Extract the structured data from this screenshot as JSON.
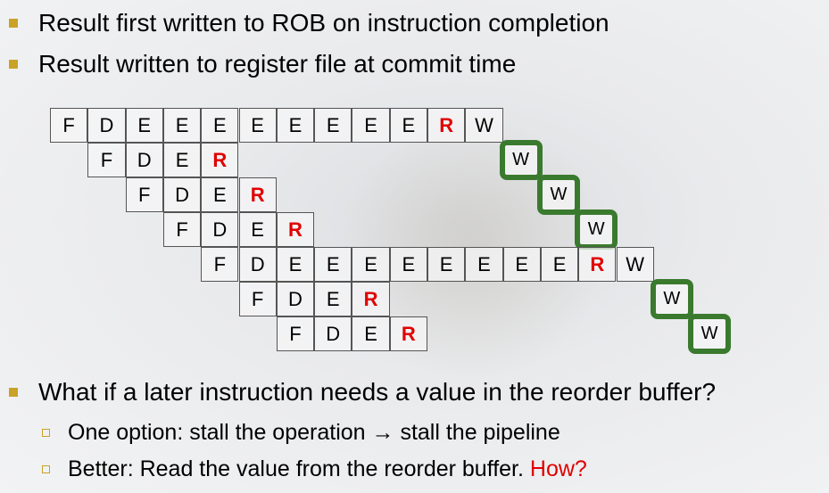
{
  "bullets_top": [
    "Result first written to ROB on instruction completion",
    "Result written to register file at commit time"
  ],
  "bullet_question": "What if a later instruction needs a value in the reorder buffer?",
  "sub_bullets": [
    {
      "text": "One option: stall the operation → stall the pipeline"
    },
    {
      "text": "Better: Read the value from the reorder buffer.",
      "highlight": "How?"
    }
  ],
  "pipeline": [
    {
      "start": 0,
      "stages": [
        "F",
        "D",
        "E",
        "E",
        "E",
        "E",
        "E",
        "E",
        "E",
        "E",
        "R",
        "W"
      ]
    },
    {
      "start": 1,
      "stages": [
        "F",
        "D",
        "E",
        "R"
      ],
      "wb": "W",
      "wb_col": 12
    },
    {
      "start": 2,
      "stages": [
        "F",
        "D",
        "E",
        "R"
      ],
      "wb": "W",
      "wb_col": 13
    },
    {
      "start": 3,
      "stages": [
        "F",
        "D",
        "E",
        "R"
      ],
      "wb": "W",
      "wb_col": 14
    },
    {
      "start": 4,
      "stages": [
        "F",
        "D",
        "E",
        "E",
        "E",
        "E",
        "E",
        "E",
        "E",
        "E",
        "R",
        "W"
      ]
    },
    {
      "start": 5,
      "stages": [
        "F",
        "D",
        "E",
        "R"
      ],
      "wb": "W",
      "wb_col": 16
    },
    {
      "start": 6,
      "stages": [
        "F",
        "D",
        "E",
        "R"
      ],
      "wb": "W",
      "wb_col": 17
    }
  ],
  "colors": {
    "bullet": "#c9a227",
    "highlight": "#e00000",
    "wb_box": "#3a7a2e"
  }
}
